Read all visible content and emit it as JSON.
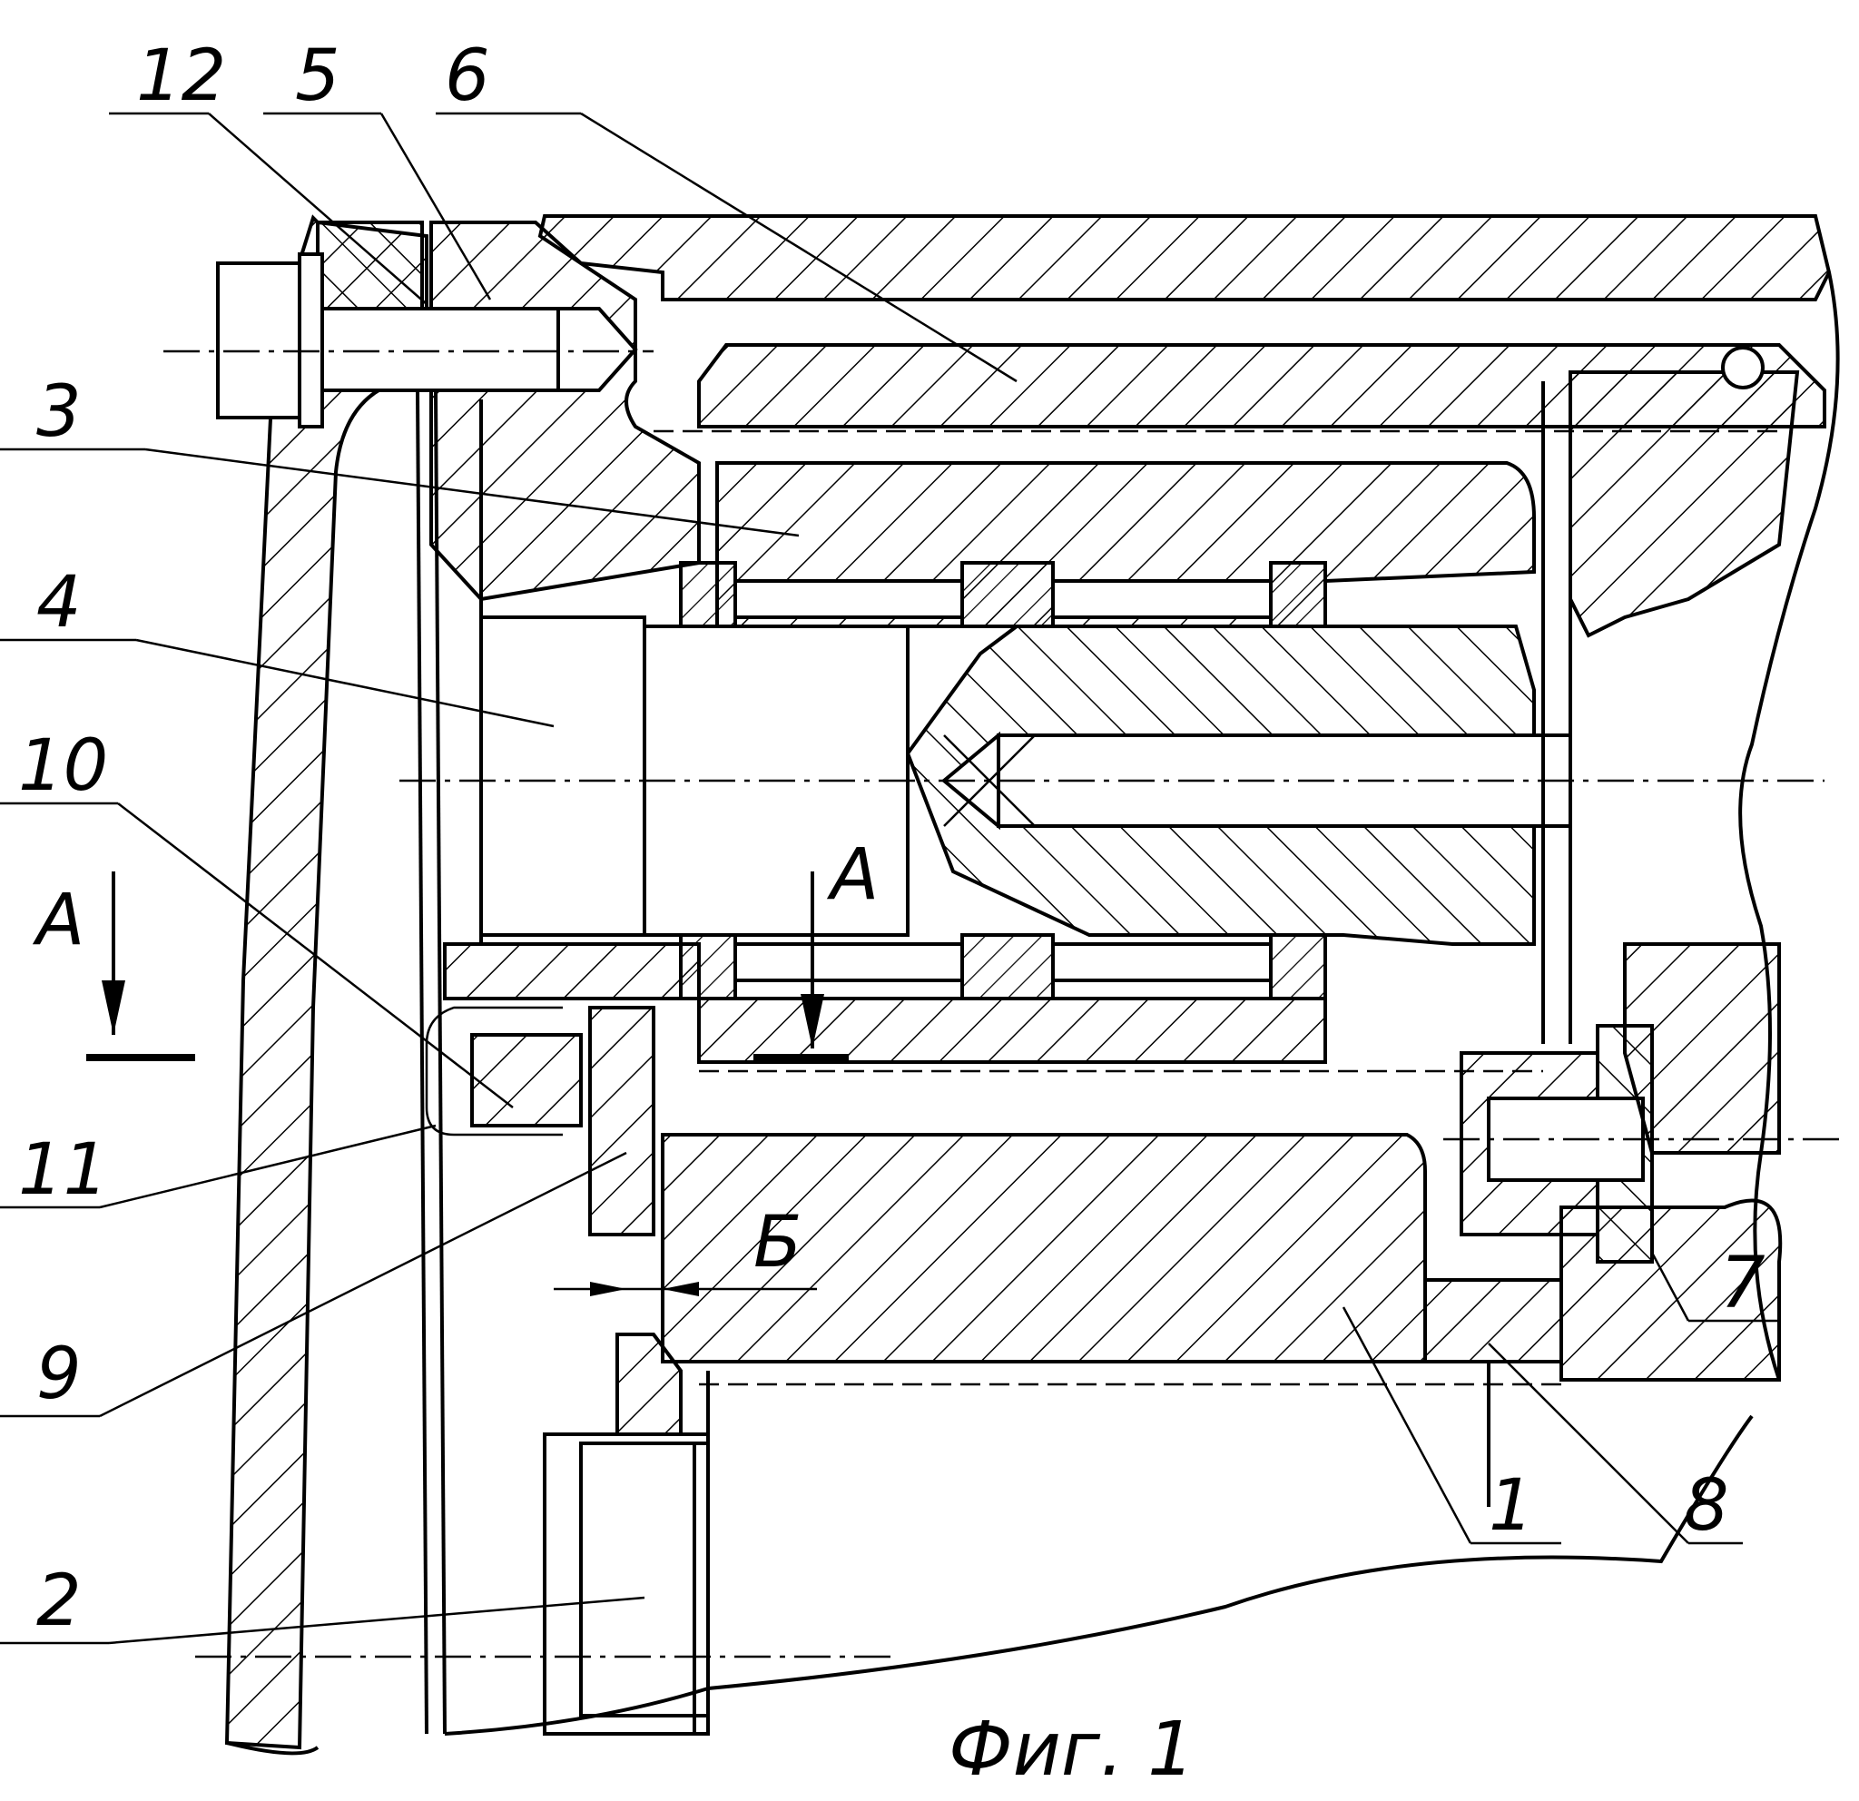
{
  "figure": {
    "caption": "Фиг. 1",
    "labels": [
      {
        "id": "12",
        "text": "12"
      },
      {
        "id": "5",
        "text": "5"
      },
      {
        "id": "6",
        "text": "6"
      },
      {
        "id": "3",
        "text": "3"
      },
      {
        "id": "4",
        "text": "4"
      },
      {
        "id": "10",
        "text": "10"
      },
      {
        "id": "11",
        "text": "11"
      },
      {
        "id": "9",
        "text": "9"
      },
      {
        "id": "2",
        "text": "2"
      },
      {
        "id": "1",
        "text": "1"
      },
      {
        "id": "8",
        "text": "8"
      },
      {
        "id": "7",
        "text": "7"
      }
    ],
    "section_marks": {
      "a_left": "А",
      "a_center": "А",
      "gap_b": "Б"
    }
  }
}
